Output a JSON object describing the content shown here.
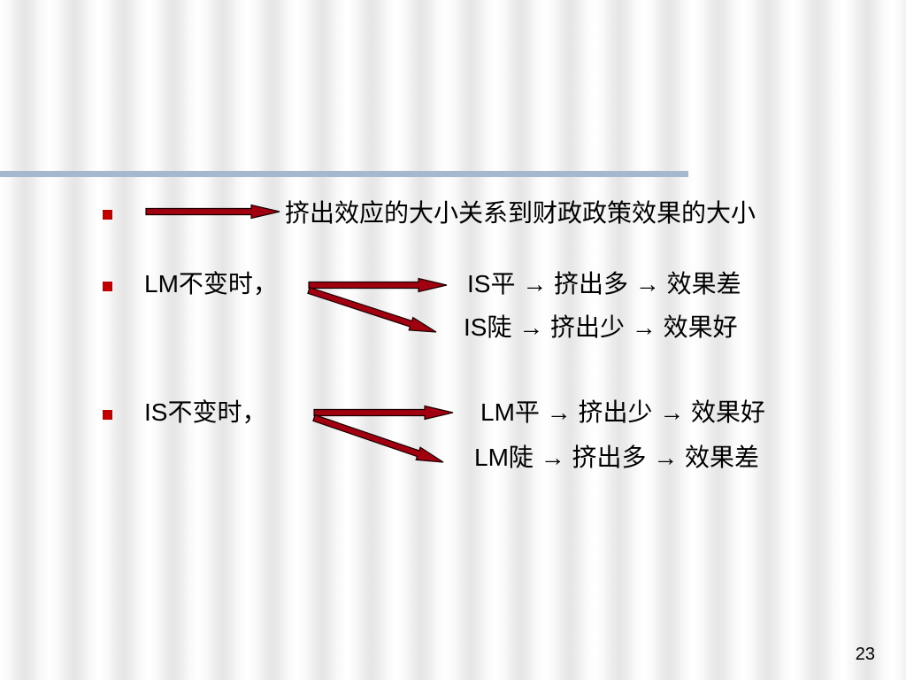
{
  "slide": {
    "page_number": "23",
    "accent_color": "#c00000",
    "arrow_color": "#a00010",
    "rule_color": "#a6b8ce",
    "bullet_icon": "square-bullet-icon",
    "items": [
      {
        "text": "挤出效应的大小关系到财政政策效果的大小"
      },
      {
        "label": "LM不变时，",
        "results": [
          "IS平 → 挤出多 → 效果差",
          "IS陡 → 挤出少 → 效果好"
        ]
      },
      {
        "label": "IS不变时，",
        "results": [
          "LM平 → 挤出少 → 效果好",
          "LM陡 → 挤出多 → 效果差"
        ]
      }
    ]
  }
}
